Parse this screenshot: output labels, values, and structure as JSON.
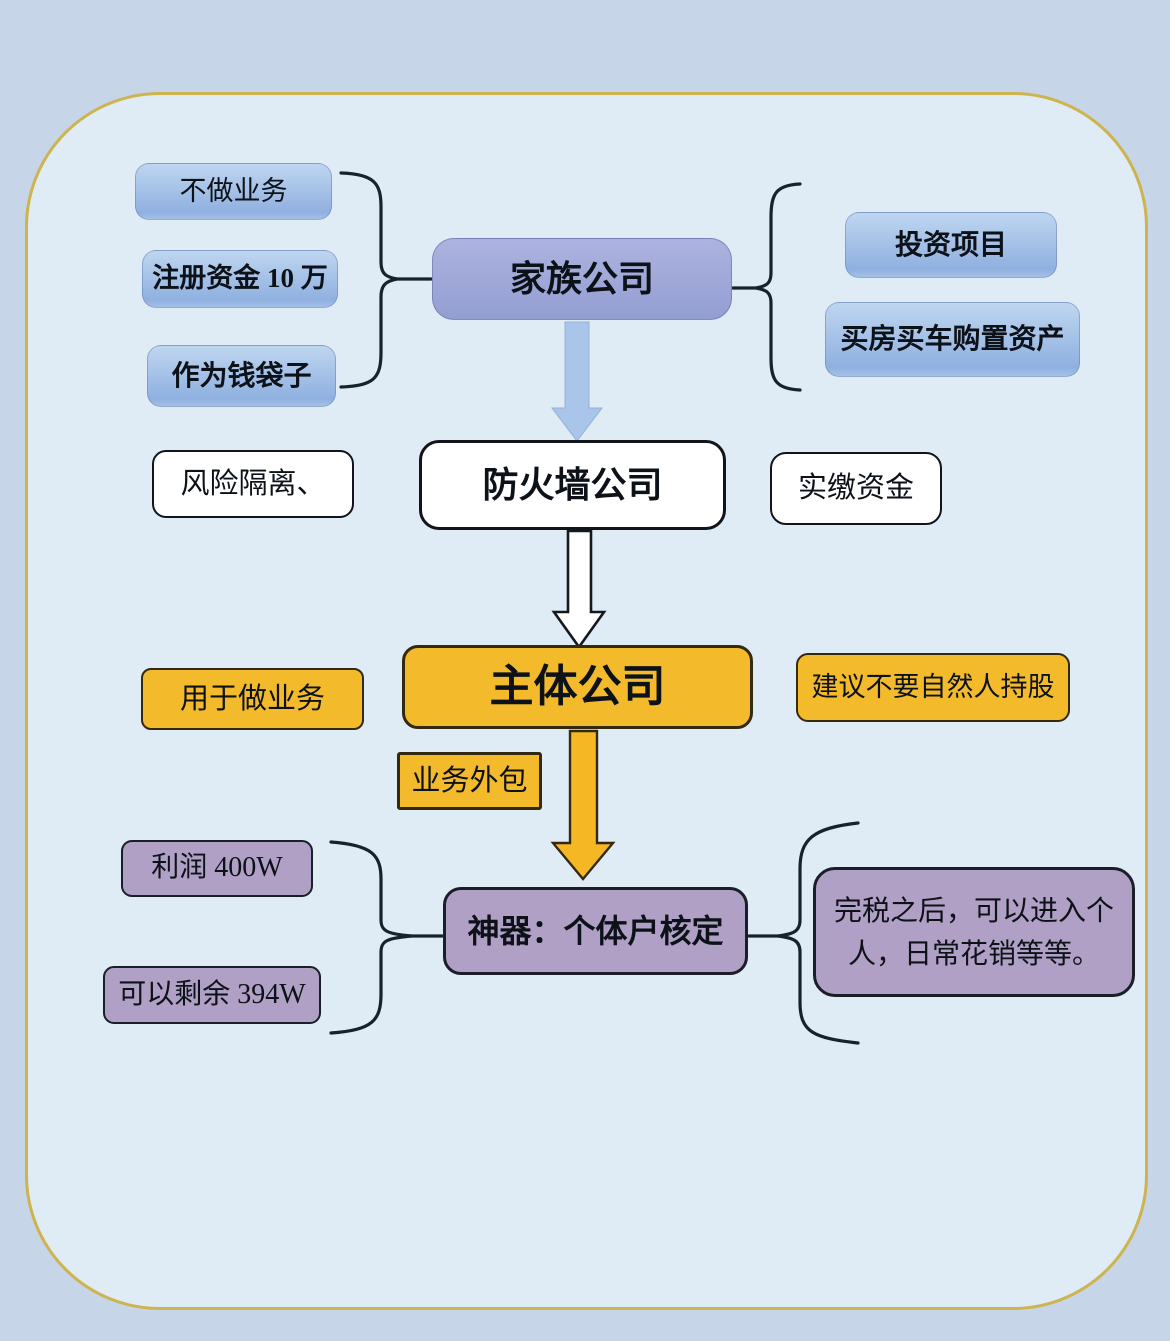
{
  "diagram": {
    "type": "flowchart-mindmap",
    "language": "zh-CN",
    "colors": {
      "background": "#c7d5e9",
      "card_fill": "#dfebf5",
      "card_border": "#cdb44e",
      "blue_node_top": "#bfd6f0",
      "blue_node_bottom": "#8fb0e0",
      "family_node": "#9aa5d6",
      "white_node": "#ffffff",
      "yellow_node": "#f3ba2c",
      "purple_node": "#b1a0c6",
      "outline": "#17232b",
      "arrow_blue": "#a9c5e9",
      "arrow_white": "#ffffff",
      "arrow_yellow": "#f5b824"
    }
  },
  "nodes": {
    "no_business": {
      "label": "不做业务"
    },
    "registered_capital": {
      "label": "注册资金 10 万"
    },
    "money_bag": {
      "label": "作为钱袋子"
    },
    "family_company": {
      "label": "家族公司"
    },
    "investment": {
      "label": "投资项目"
    },
    "buy_assets": {
      "label": "买房买车购置资产"
    },
    "risk_isolation": {
      "label": "风险隔离、"
    },
    "firewall_company": {
      "label": "防火墙公司"
    },
    "paid_in_capital": {
      "label": "实缴资金"
    },
    "for_business": {
      "label": "用于做业务"
    },
    "main_company": {
      "label": "主体公司"
    },
    "no_natural_person": {
      "label": "建议不要自然人持股"
    },
    "outsourcing": {
      "label": "业务外包"
    },
    "profit": {
      "label": "利润 400W"
    },
    "remainder": {
      "label": "可以剩余 394W"
    },
    "magic_tool": {
      "label": "神器：个体户核定"
    },
    "after_tax": {
      "label": "完税之后，可以进入个人，日常花销等等。"
    }
  }
}
